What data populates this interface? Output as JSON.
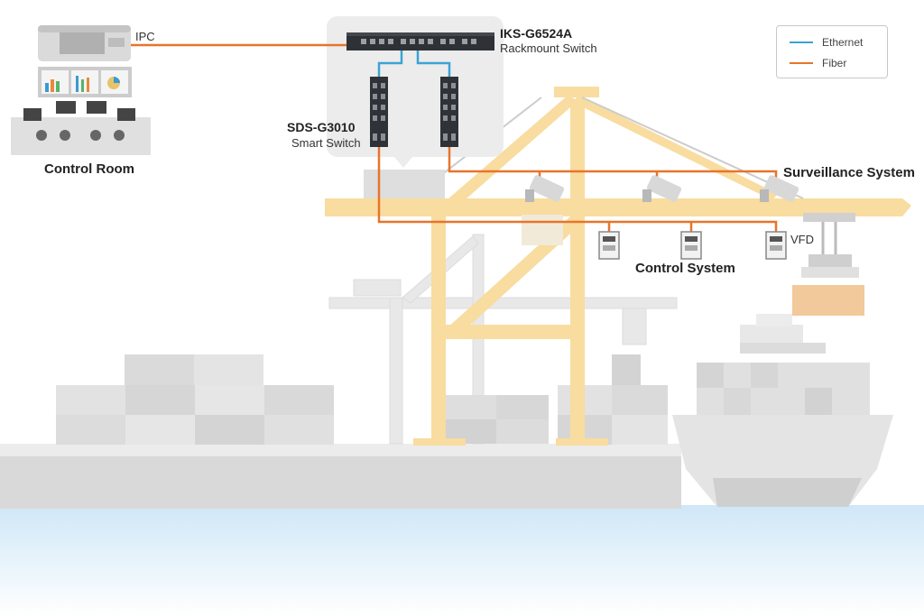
{
  "colors": {
    "ethernet": "#3aa3d5",
    "fiber": "#e8742a",
    "crane": "#f8dca0",
    "water": "#d7ecf8"
  },
  "legend": {
    "ethernet_label": "Ethernet",
    "fiber_label": "Fiber"
  },
  "nodes": {
    "ipc": "IPC",
    "control_room": "Control Room",
    "rackmount_model": "IKS-G6524A",
    "rackmount_desc": "Rackmount Switch",
    "smart_model": "SDS-G3010",
    "smart_desc": "Smart Switch",
    "surveillance": "Surveillance System",
    "control_system": "Control System",
    "vfd": "VFD"
  }
}
